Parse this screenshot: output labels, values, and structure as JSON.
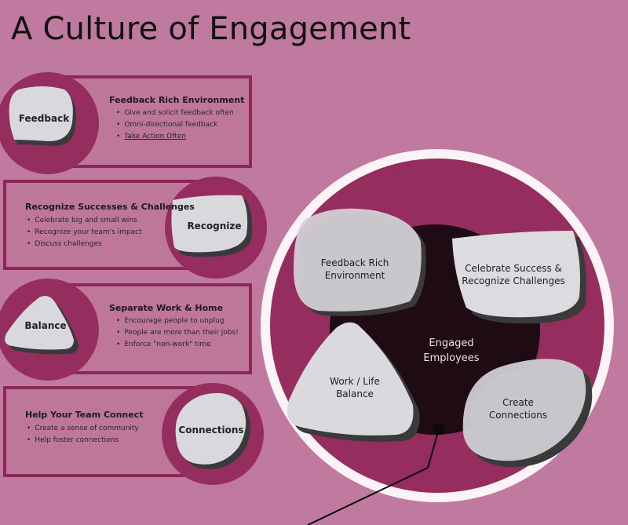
{
  "page": {
    "title": "A Culture of Engagement"
  },
  "cards": [
    {
      "badge": "Feedback",
      "heading": "Feedback Rich Environment",
      "items": [
        "Give and solicit feedback often",
        "Omni-directional feedback",
        "Take Action Often"
      ]
    },
    {
      "badge": "Recognize",
      "heading": "Recognize Successes & Challenges",
      "items": [
        "Celebrate big and small wins",
        "Recognize your team's impact",
        "Discuss challenges"
      ]
    },
    {
      "badge": "Balance",
      "heading": "Separate Work & Home",
      "items": [
        "Encourage people to unplug",
        "People are more than their jobs!",
        "Enforce \"non-work\" time"
      ]
    },
    {
      "badge": "Connections",
      "heading": "Help Your Team Connect",
      "items": [
        "Create a sense of community",
        "Help foster connections"
      ]
    }
  ],
  "diagram": {
    "center": [
      "Engaged",
      "Employees"
    ],
    "segments": [
      {
        "name": "feedback",
        "lines": [
          "Feedback Rich",
          "Environment"
        ]
      },
      {
        "name": "celebrate",
        "lines": [
          "Celebrate Success &",
          "Recognize Challenges"
        ]
      },
      {
        "name": "balance",
        "lines": [
          "Work / Life",
          "Balance"
        ]
      },
      {
        "name": "connections",
        "lines": [
          "Create",
          "Connections"
        ]
      }
    ]
  },
  "colors": {
    "background": "#c07a9f",
    "magenta": "#952d5e",
    "card_border": "#8e2658",
    "shape_fill": "#d9d8dd",
    "core": "#1e0b14"
  }
}
